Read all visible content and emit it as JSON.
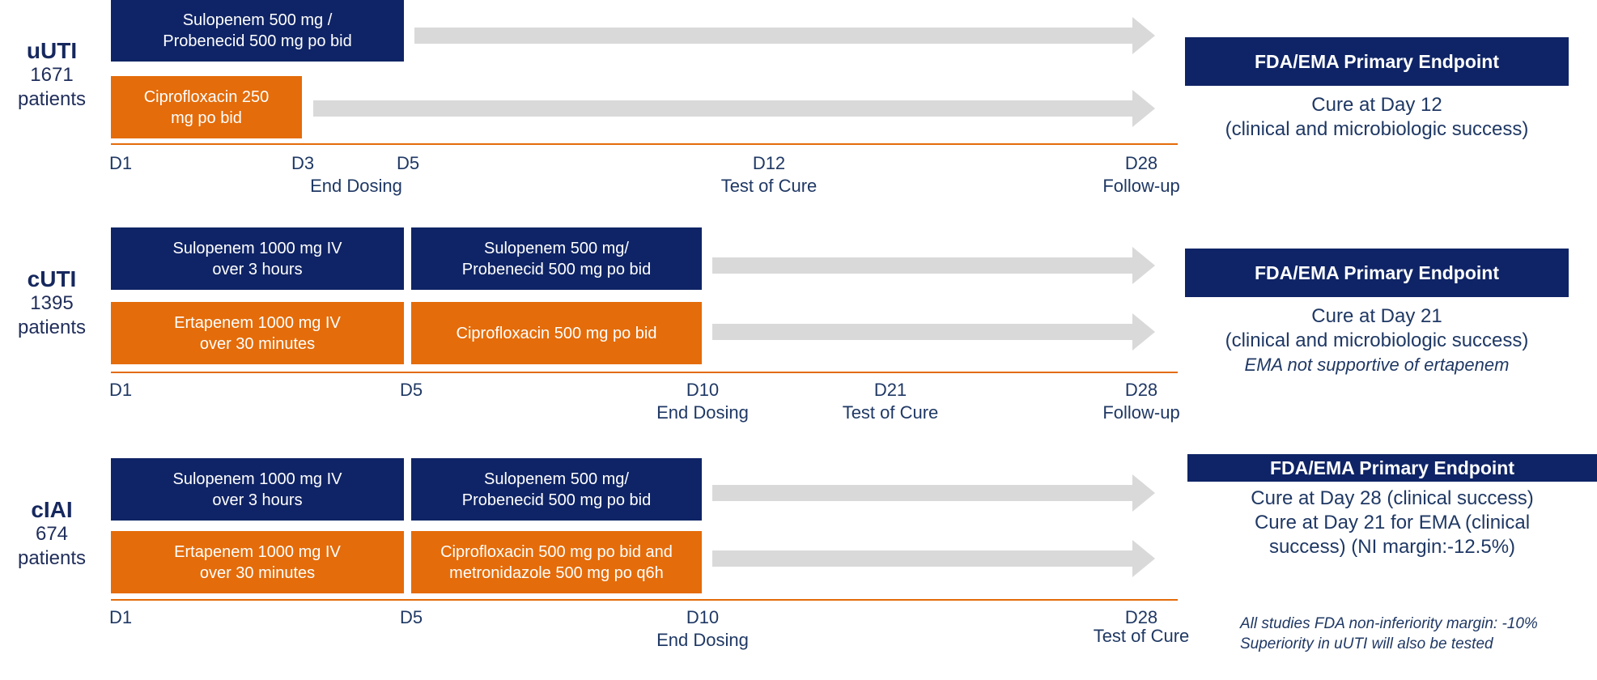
{
  "trials": [
    {
      "name": "uUTI",
      "count": "1671",
      "unit": "patients",
      "boxes": [
        "Sulopenem 500 mg /\nProbenecid 500 mg po bid",
        "Ciprofloxacin 250\nmg po bid"
      ],
      "ticks": [
        {
          "label": "D1",
          "sub": ""
        },
        {
          "label": "D3",
          "sub": "End Dosing"
        },
        {
          "label": "D5",
          "sub": ""
        },
        {
          "label": "D12",
          "sub": "Test of Cure"
        },
        {
          "label": "D28",
          "sub": "Follow-up"
        }
      ],
      "endpoint_title": "FDA/EMA Primary Endpoint",
      "endpoint_lines": [
        "Cure at Day 12",
        "(clinical and microbiologic success)"
      ],
      "endpoint_note": ""
    },
    {
      "name": "cUTI",
      "count": "1395",
      "unit": "patients",
      "boxes": [
        "Sulopenem 1000 mg IV\nover 3 hours",
        "Sulopenem 500 mg/\nProbenecid 500 mg po bid",
        "Ertapenem 1000 mg IV\nover 30 minutes",
        "Ciprofloxacin 500 mg po bid"
      ],
      "ticks": [
        {
          "label": "D1",
          "sub": ""
        },
        {
          "label": "D5",
          "sub": ""
        },
        {
          "label": "D10",
          "sub": "End Dosing"
        },
        {
          "label": "D21",
          "sub": "Test of Cure"
        },
        {
          "label": "D28",
          "sub": "Follow-up"
        }
      ],
      "endpoint_title": "FDA/EMA Primary Endpoint",
      "endpoint_lines": [
        "Cure at Day 21",
        "(clinical and microbiologic success)"
      ],
      "endpoint_note": "EMA not supportive of ertapenem"
    },
    {
      "name": "cIAI",
      "count": "674",
      "unit": "patients",
      "boxes": [
        "Sulopenem 1000 mg IV\nover 3 hours",
        "Sulopenem 500 mg/\nProbenecid 500 mg po bid",
        "Ertapenem 1000 mg IV\nover 30 minutes",
        "Ciprofloxacin 500 mg po bid and\nmetronidazole 500 mg po q6h"
      ],
      "ticks": [
        {
          "label": "D1",
          "sub": ""
        },
        {
          "label": "D5",
          "sub": ""
        },
        {
          "label": "D10",
          "sub": "End Dosing"
        },
        {
          "label": "D28",
          "sub": "Test of Cure"
        }
      ],
      "endpoint_title": "FDA/EMA Primary Endpoint",
      "endpoint_lines": [
        "Cure at Day 28 (clinical success)",
        "Cure at Day 21 for EMA (clinical",
        "success) (NI margin:-12.5%)"
      ],
      "endpoint_note": ""
    }
  ],
  "footnote": [
    "All studies FDA non-inferiority margin: -10%",
    "Superiority in uUTI will also be tested"
  ],
  "colors": {
    "navy": "#0f2466",
    "orange": "#e46c0a",
    "arrow": "#d9d9d9"
  }
}
